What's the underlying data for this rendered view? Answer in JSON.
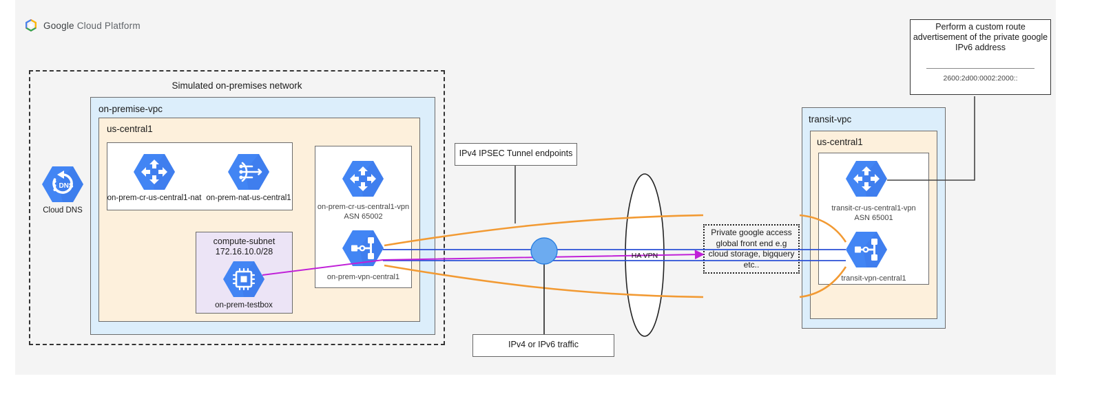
{
  "header": {
    "brand_normal": "Google ",
    "brand_bold": "Cloud Platform",
    "logo_icon": "google-cloud-logo"
  },
  "onprem_group": {
    "title": "Simulated on-premises network",
    "vpc_label": "on-premise-vpc",
    "region_label": "us-central1",
    "subnet": {
      "name": "compute-subnet",
      "cidr": "172.16.10.0/28"
    }
  },
  "transit_group": {
    "vpc_label": "transit-vpc",
    "region_label": "us-central1"
  },
  "nodes": {
    "cloud_dns": {
      "label": "Cloud DNS",
      "icon": "cloud-dns-icon"
    },
    "onprem_cr_nat": {
      "label": "on-prem-cr-us-central1-nat",
      "icon": "cloud-router-icon"
    },
    "onprem_nat": {
      "label": "on-prem-nat-us-central1",
      "icon": "cloud-nat-icon"
    },
    "onprem_cr_vpn": {
      "label": "on-prem-cr-us-central1-vpn",
      "label2": "ASN 65002",
      "icon": "cloud-router-icon"
    },
    "onprem_vpn_gw": {
      "label": "on-prem-vpn-central1",
      "icon": "vpn-gateway-icon"
    },
    "onprem_testbox": {
      "label": "on-prem-testbox",
      "icon": "compute-instance-icon"
    },
    "transit_cr_vpn": {
      "label": "transit-cr-us-central1-vpn",
      "label2": "ASN 65001",
      "icon": "cloud-router-icon"
    },
    "transit_vpn_gw": {
      "label": "transit-vpn-central1",
      "icon": "vpn-gateway-icon"
    }
  },
  "callouts": {
    "ipsec": "IPv4 IPSEC Tunnel endpoints",
    "traffic": "IPv4 or IPv6 traffic"
  },
  "havpn": {
    "label": "HA VPN",
    "shape": "ellipse"
  },
  "pga_box": {
    "line1": "Private google access",
    "line2": "global front end e.g",
    "line3": "cloud storage, bigquery",
    "line4": "etc.."
  },
  "route_note": {
    "line1": "Perform a custom route",
    "line2": "advertisement of the private google",
    "line3": "IPv6 address",
    "address": "2600:2d00:0002:2000::"
  },
  "colors": {
    "google_blue": "#4285f4",
    "orange": "#f29a33",
    "blue_line": "#2a4fd6",
    "magenta": "#c020d8",
    "vpc_fill": "#dceefb",
    "region_fill": "#fdf0dc",
    "subnet_fill": "#ece4f6",
    "canvas": "#f4f4f4"
  }
}
